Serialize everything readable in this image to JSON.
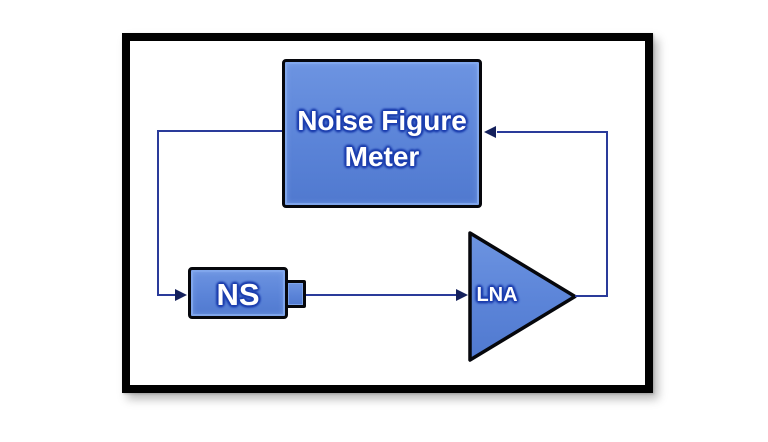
{
  "blocks": {
    "noise_figure_meter": {
      "label": "Noise Figure Meter"
    },
    "noise_source": {
      "label": "NS"
    },
    "lna": {
      "label": "LNA"
    }
  },
  "connections": [
    {
      "from": "noise_figure_meter",
      "to": "noise_source",
      "arrow": "into NS left side"
    },
    {
      "from": "noise_source",
      "to": "lna",
      "arrow": "into LNA input"
    },
    {
      "from": "lna",
      "to": "noise_figure_meter",
      "arrow": "into meter right side"
    }
  ],
  "colors": {
    "block_fill": "#5b84d8",
    "block_border": "#06070c",
    "connector": "#2a3b9a",
    "arrowhead": "#14205c",
    "frame_border": "#000000",
    "label_text": "#ffffff",
    "label_glow": "#1d3fae"
  }
}
